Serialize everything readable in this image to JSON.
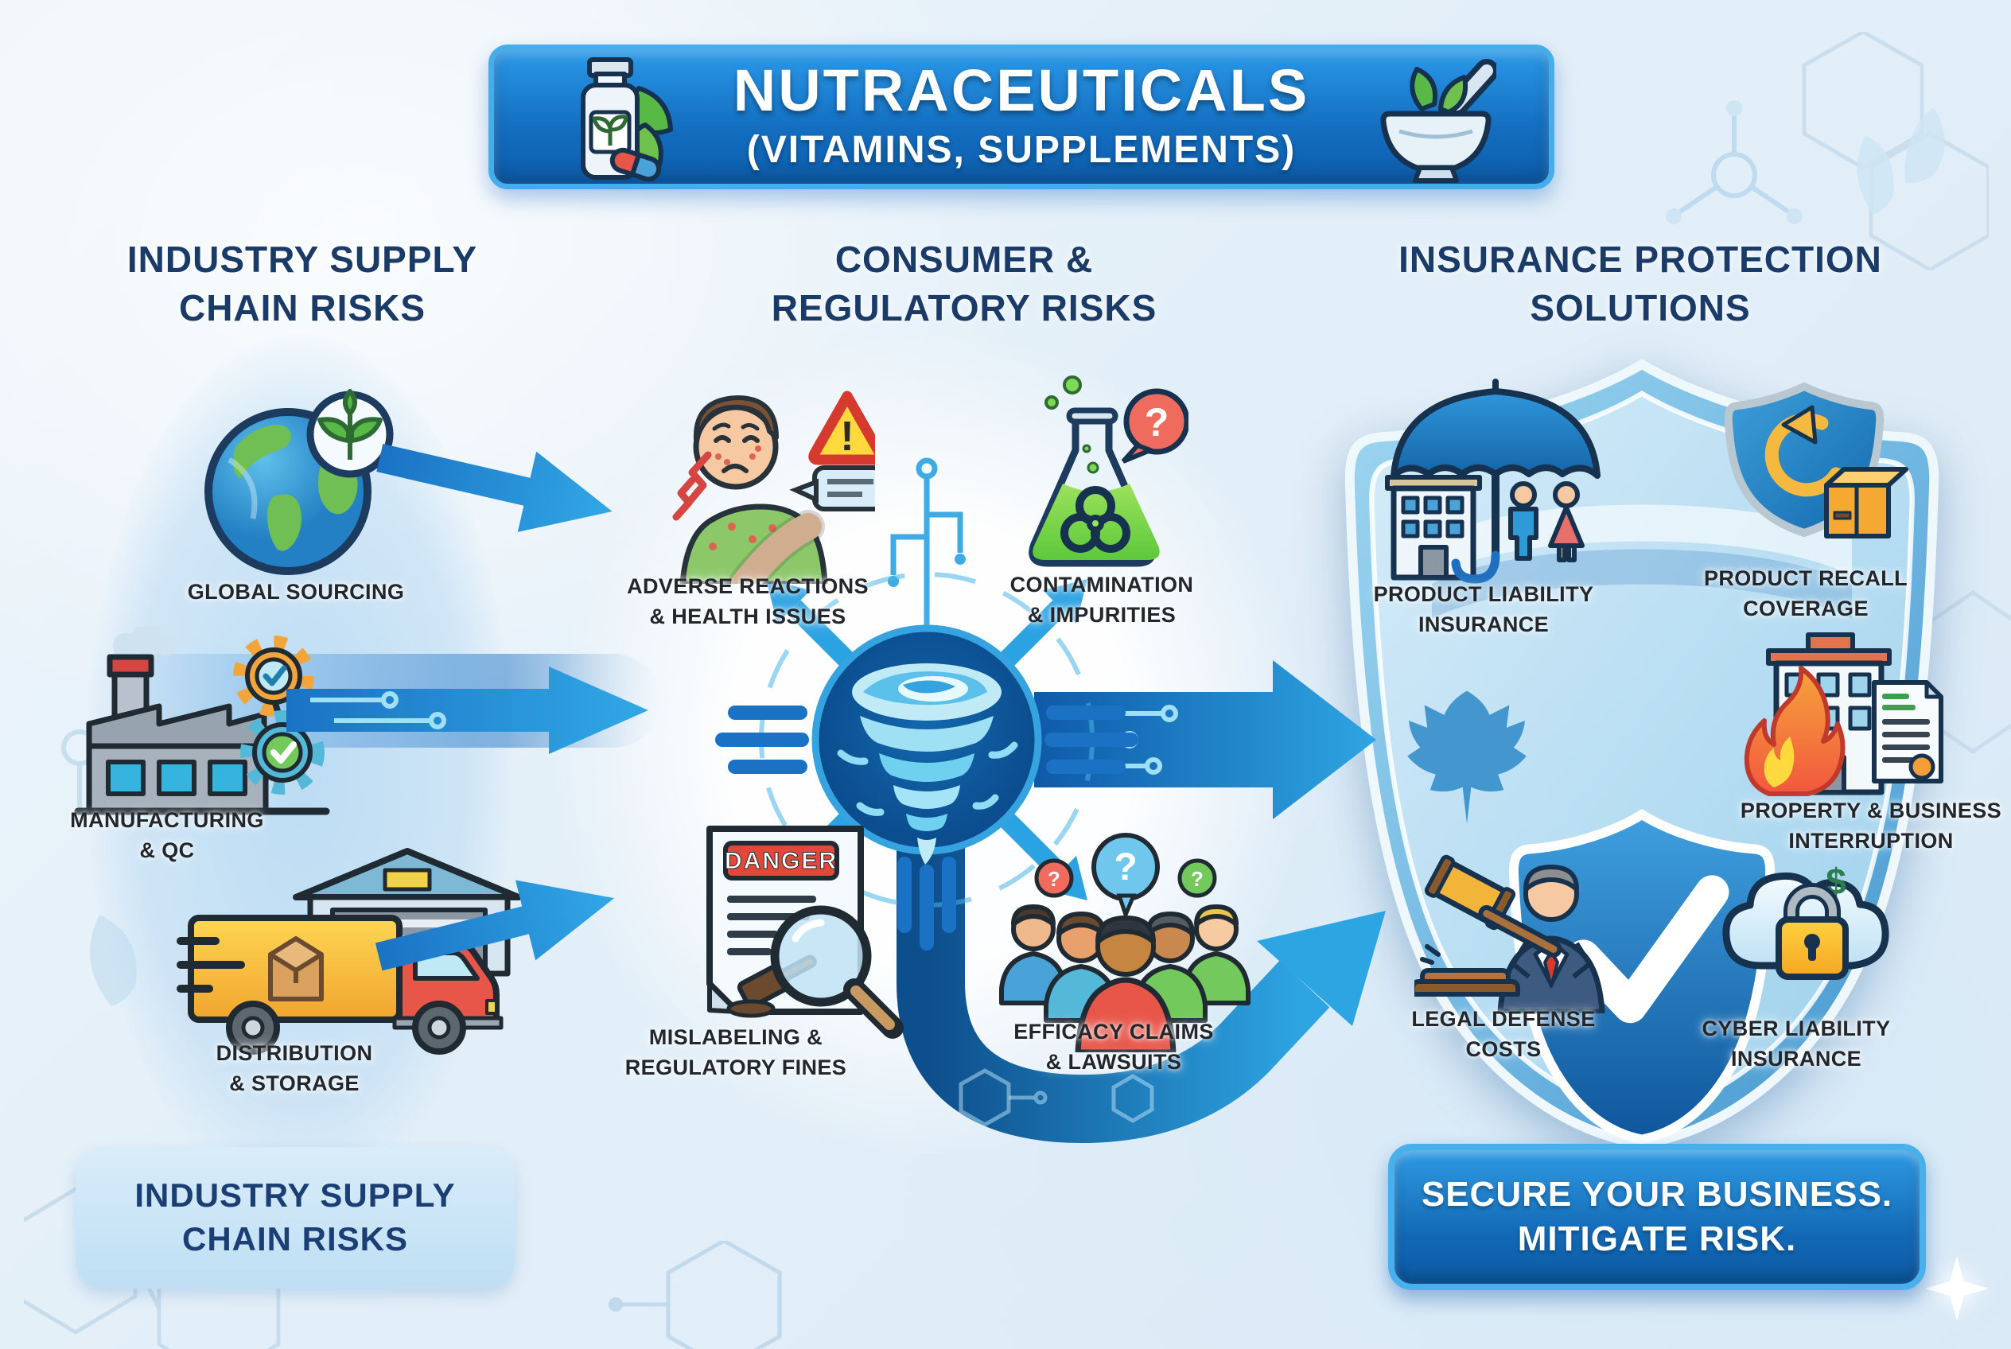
{
  "header": {
    "title": "NUTRACEUTICALS",
    "subtitle": "(VITAMINS, SUPPLEMENTS)"
  },
  "columns": [
    {
      "heading": [
        "INDUSTRY SUPPLY",
        "CHAIN RISKS"
      ],
      "items": [
        {
          "label": [
            "GLOBAL SOURCING"
          ]
        },
        {
          "label": [
            "MANUFACTURING",
            "& QC"
          ]
        },
        {
          "label": [
            "DISTRIBUTION",
            "& STORAGE"
          ]
        }
      ]
    },
    {
      "heading": [
        "CONSUMER &",
        "REGULATORY RISKS"
      ],
      "items": [
        {
          "label": [
            "ADVERSE REACTIONS",
            "& HEALTH ISSUES"
          ]
        },
        {
          "label": [
            "CONTAMINATION",
            "& IMPURITIES"
          ]
        },
        {
          "label": [
            "MISLABELING &",
            "REGULATORY FINES"
          ]
        },
        {
          "label": [
            "EFFICACY CLAIMS",
            "& LAWSUITS"
          ]
        }
      ]
    },
    {
      "heading": [
        "INSURANCE PROTECTION",
        "SOLUTIONS"
      ],
      "items": [
        {
          "label": [
            "PRODUCT LIABILITY",
            "INSURANCE"
          ]
        },
        {
          "label": [
            "PRODUCT RECALL",
            "COVERAGE"
          ]
        },
        {
          "label": [
            "PROPERTY & BUSINESS",
            "INTERRUPTION"
          ]
        },
        {
          "label": [
            "LEGAL DEFENSE",
            "COSTS"
          ]
        },
        {
          "label": [
            "CYBER LIABILITY",
            "INSURANCE"
          ]
        }
      ]
    }
  ],
  "footer": {
    "left_badge": [
      "INDUSTRY SUPPLY",
      "CHAIN RISKS"
    ],
    "cta_button": [
      "SECURE YOUR BUSINESS.",
      "MITIGATE RISK."
    ]
  },
  "glyphs": {
    "danger": "DANGER",
    "question": "?",
    "exclamation": "!",
    "dollar": "$"
  },
  "icons": {
    "header": [
      "vitamin-bottle-icon",
      "mortar-pestle-icon"
    ],
    "supply_chain": [
      "globe-sourcing-icon",
      "factory-qc-icon",
      "delivery-truck-icon"
    ],
    "consumer_regulatory": [
      "adverse-reaction-person-icon",
      "contamination-flask-icon",
      "risk-tornado-icon",
      "mislabeling-danger-document-icon",
      "lawsuit-people-icon"
    ],
    "insurance": [
      "umbrella-liability-icon",
      "recall-shield-icon",
      "property-fire-icon",
      "legal-gavel-icon",
      "cyber-cloud-lock-icon",
      "protection-shield-icon",
      "maple-leaf-icon",
      "checkmark-icon"
    ]
  },
  "colors": {
    "banner_blue": "#1470c2",
    "banner_border": "#45aeea",
    "heading_navy": "#1a3a68",
    "label_dark": "#23272b",
    "arrow_blue": "#1b72c4",
    "arrow_light": "#2ea5e3",
    "shield_light": "#8ecdec",
    "shield_dark": "#0f569c",
    "cta_blue": "#1268b4",
    "badge_light_blue": "#c9e3f6",
    "danger_red": "#e3473a",
    "background": "#e8f1f8"
  }
}
